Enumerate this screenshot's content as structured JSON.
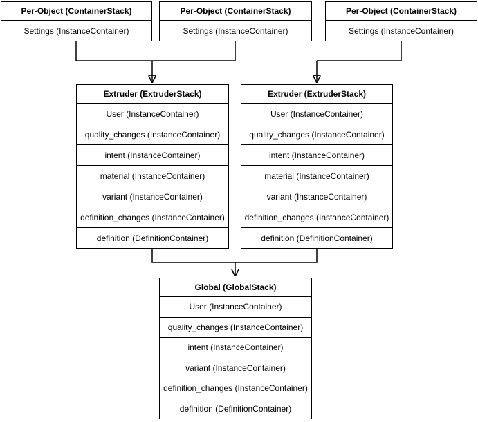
{
  "colors": {
    "background": "#ffffff",
    "stroke": "#000000",
    "text": "#000000"
  },
  "nodes": {
    "per_object_1": {
      "title": "Per-Object (ContainerStack)",
      "rows": [
        "Settings (InstanceContainer)"
      ]
    },
    "per_object_2": {
      "title": "Per-Object (ContainerStack)",
      "rows": [
        "Settings (InstanceContainer)"
      ]
    },
    "per_object_3": {
      "title": "Per-Object (ContainerStack)",
      "rows": [
        "Settings (InstanceContainer)"
      ]
    },
    "extruder_1": {
      "title": "Extruder (ExtruderStack)",
      "rows": [
        "User (InstanceContainer)",
        "quality_changes (InstanceContainer)",
        "intent (InstanceContainer)",
        "material (InstanceContainer)",
        "variant (InstanceContainer)",
        "definition_changes (InstanceContainer)",
        "definition (DefinitionContainer)"
      ]
    },
    "extruder_2": {
      "title": "Extruder (ExtruderStack)",
      "rows": [
        "User (InstanceContainer)",
        "quality_changes (InstanceContainer)",
        "intent (InstanceContainer)",
        "material (InstanceContainer)",
        "variant (InstanceContainer)",
        "definition_changes (InstanceContainer)",
        "definition (DefinitionContainer)"
      ]
    },
    "global": {
      "title": "Global (GlobalStack)",
      "rows": [
        "User (InstanceContainer)",
        "quality_changes (InstanceContainer)",
        "intent (InstanceContainer)",
        "variant (InstanceContainer)",
        "definition_changes (InstanceContainer)",
        "definition (DefinitionContainer)"
      ]
    }
  },
  "edges": [
    {
      "from": "per_object_1, per_object_2",
      "to": "extruder_1",
      "style": "elbow-arrow"
    },
    {
      "from": "per_object_3",
      "to": "extruder_2",
      "style": "elbow-arrow"
    },
    {
      "from": "extruder_1, extruder_2",
      "to": "global",
      "style": "elbow-arrow"
    }
  ]
}
